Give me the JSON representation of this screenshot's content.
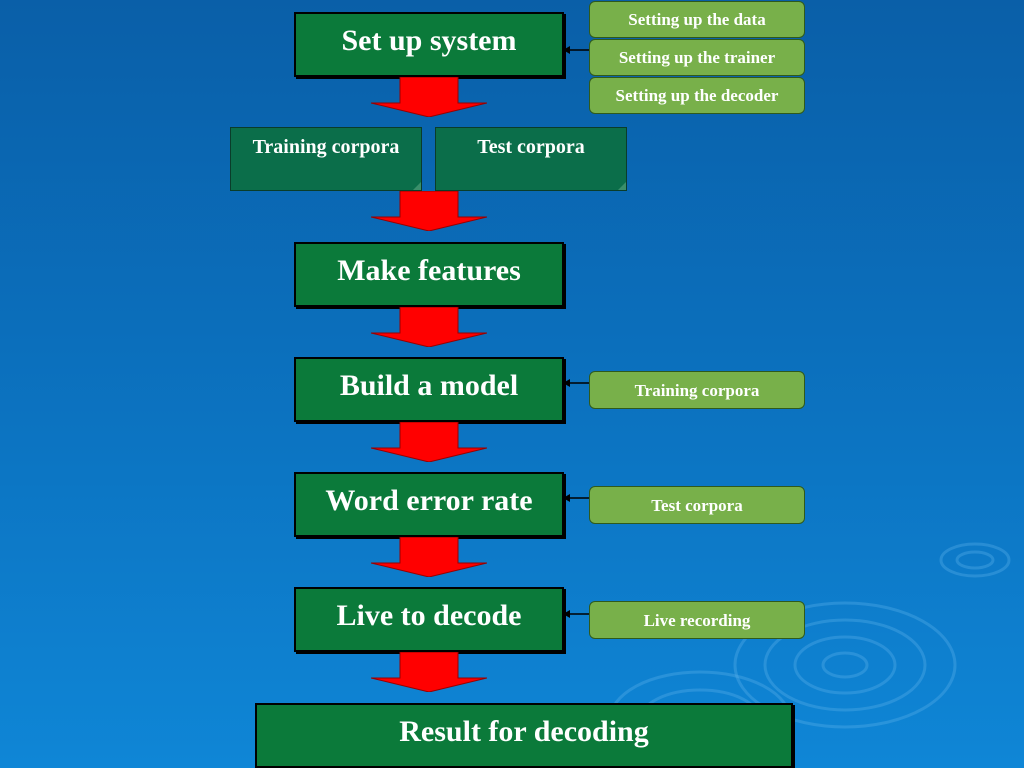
{
  "flow": {
    "set_up_system": "Set up system",
    "make_features": "Make features",
    "build_model": "Build a model",
    "word_error_rate": "Word error rate",
    "live_decode": "Live to decode",
    "result": "Result for decoding"
  },
  "setup_steps": {
    "data": "Setting up the data",
    "trainer": "Setting up the trainer",
    "decoder": "Setting up the decoder"
  },
  "corpora": {
    "training": "Training corpora",
    "test": "Test corpora"
  },
  "inputs": {
    "training": "Training corpora",
    "test": "Test corpora",
    "live": "Live recording"
  },
  "colors": {
    "background": "#0b6fbc",
    "main_box": "#0b7a3a",
    "side_box": "#78b04a",
    "doc_box": "#0b6e4a",
    "arrow": "#ff0000"
  }
}
